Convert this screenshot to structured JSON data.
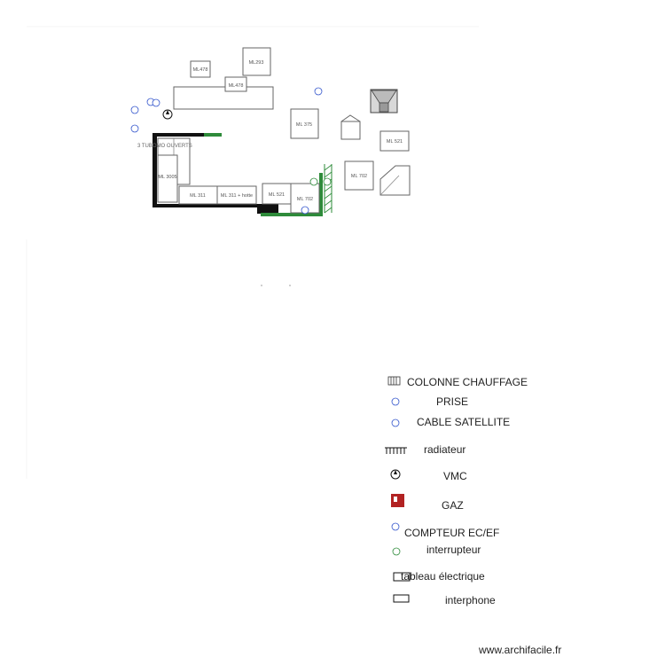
{
  "plan": {
    "modules": [
      {
        "key": "ml478a",
        "label": "ML478"
      },
      {
        "key": "ml293",
        "label": "ML293"
      },
      {
        "key": "ml478b",
        "label": "ML478"
      },
      {
        "key": "ml375",
        "label": "ML 375"
      },
      {
        "key": "ml521a",
        "label": "ML 521"
      },
      {
        "key": "ml702a",
        "label": "ML 702"
      },
      {
        "key": "ml3005",
        "label": "ML 3005"
      },
      {
        "key": "ml311",
        "label": "ML 311"
      },
      {
        "key": "ml311hotte",
        "label": "ML 311 + hotte"
      },
      {
        "key": "ml521b",
        "label": "ML 521"
      },
      {
        "key": "ml702b",
        "label": "ML 702"
      }
    ],
    "note": "3 TUBOMO OUVERTS"
  },
  "legend": [
    {
      "key": "colonne",
      "label": "COLONNE CHAUFFAGE",
      "icon": "heating-column-icon"
    },
    {
      "key": "prise",
      "label": "PRISE",
      "icon": "socket-icon"
    },
    {
      "key": "satellite",
      "label": "CABLE SATELLITE",
      "icon": "satellite-cable-icon"
    },
    {
      "key": "radiateur",
      "label": "radiateur",
      "icon": "radiator-icon"
    },
    {
      "key": "vmc",
      "label": "VMC",
      "icon": "vmc-icon"
    },
    {
      "key": "gaz",
      "label": "GAZ",
      "icon": "gas-icon"
    },
    {
      "key": "compteur",
      "label": "COMPTEUR EC/EF",
      "icon": "meter-icon"
    },
    {
      "key": "interrupteur",
      "label": "interrupteur",
      "icon": "switch-icon"
    },
    {
      "key": "tableau",
      "label": "tableau électrique",
      "icon": "electrical-panel-icon"
    },
    {
      "key": "interphone",
      "label": "interphone",
      "icon": "interphone-icon"
    }
  ],
  "footer": "www.archifacile.fr",
  "colors": {
    "wall": "#111111",
    "green": "#2e8b3a",
    "outlet": "#3355cc",
    "gas": "#b22222"
  }
}
